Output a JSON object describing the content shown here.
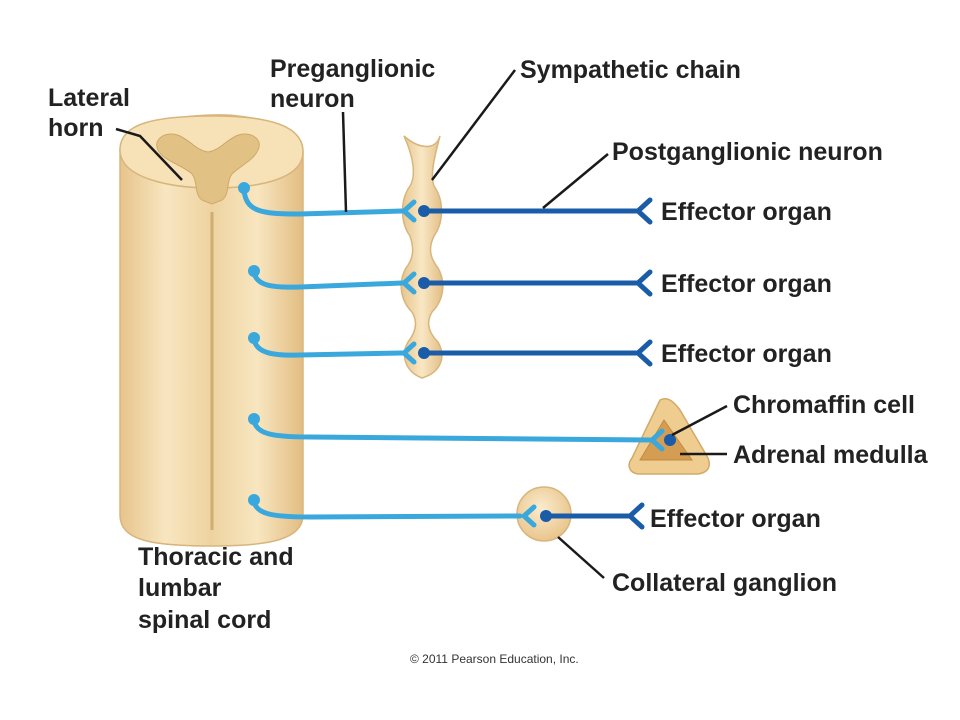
{
  "labels": {
    "lateral_horn": [
      "Lateral",
      "horn"
    ],
    "preganglionic_neuron": [
      "Preganglionic",
      "neuron"
    ],
    "sympathetic_chain": "Sympathetic chain",
    "postganglionic_neuron": "Postganglionic neuron",
    "effector_organ": "Effector organ",
    "chromaffin_cell": "Chromaffin cell",
    "adrenal_medulla": "Adrenal medulla",
    "collateral_ganglion": "Collateral ganglion",
    "spinal_cord": [
      "Thoracic and",
      "lumbar",
      "spinal cord"
    ]
  },
  "copyright": "© 2011 Pearson Education, Inc.",
  "colors": {
    "preganglionic": "#3aa8dc",
    "postganglionic": "#1a5ca8",
    "cord_tan": "#f5deb0",
    "gray_matter": "#e7c88c",
    "ganglion": "#f1d6a6",
    "adrenal_outer": "#eecb8e",
    "adrenal_inner": "#d49a4e"
  }
}
